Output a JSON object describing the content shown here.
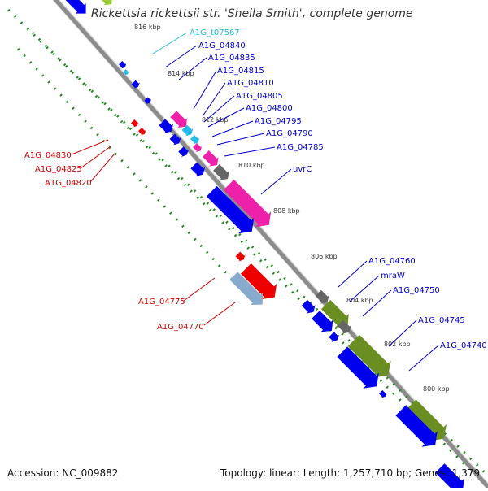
{
  "title": "Rickettsia rickettsii str. 'Sheila Smith', complete genome",
  "footer": {
    "accession": "Accession: NC_009882",
    "topology": "Topology: linear; Length: 1,257,710 bp; Genes: 1,379"
  },
  "colors": {
    "backbone": "#8c8c8c",
    "blue": "#0000ee",
    "light_blue": "#22bbee",
    "magenta": "#ee22aa",
    "dark_gray": "#666666",
    "olive": "#6b8e23",
    "red": "#ee0000",
    "tick": "#228b22",
    "label_blue": "#0000cc",
    "label_red": "#cc0000",
    "label_cyan": "#22bbdd"
  },
  "ticks": [
    "816 kbp",
    "814 kbp",
    "812 kbp",
    "810 kbp",
    "808 kbp",
    "806 kbp",
    "804 kbp",
    "802 kbp",
    "800 kbp"
  ],
  "right_labels": [
    {
      "text": "A1G_t07567",
      "color": "cyan"
    },
    {
      "text": "A1G_04840",
      "color": "blue"
    },
    {
      "text": "A1G_04835",
      "color": "blue"
    },
    {
      "text": "A1G_04815",
      "color": "blue"
    },
    {
      "text": "A1G_04810",
      "color": "blue"
    },
    {
      "text": "A1G_04805",
      "color": "blue"
    },
    {
      "text": "A1G_04800",
      "color": "blue"
    },
    {
      "text": "A1G_04795",
      "color": "blue"
    },
    {
      "text": "A1G_04790",
      "color": "blue"
    },
    {
      "text": "A1G_04785",
      "color": "blue"
    },
    {
      "text": "uvrC",
      "color": "blue"
    },
    {
      "text": "A1G_04760",
      "color": "blue"
    },
    {
      "text": "mraW",
      "color": "blue"
    },
    {
      "text": "A1G_04750",
      "color": "blue"
    },
    {
      "text": "A1G_04745",
      "color": "blue"
    },
    {
      "text": "A1G_04740",
      "color": "blue"
    }
  ],
  "left_labels": [
    {
      "text": "A1G_04830",
      "color": "red"
    },
    {
      "text": "A1G_04825",
      "color": "red"
    },
    {
      "text": "A1G_04820",
      "color": "red"
    },
    {
      "text": "A1G_04775",
      "color": "red"
    },
    {
      "text": "A1G_04770",
      "color": "red"
    }
  ]
}
